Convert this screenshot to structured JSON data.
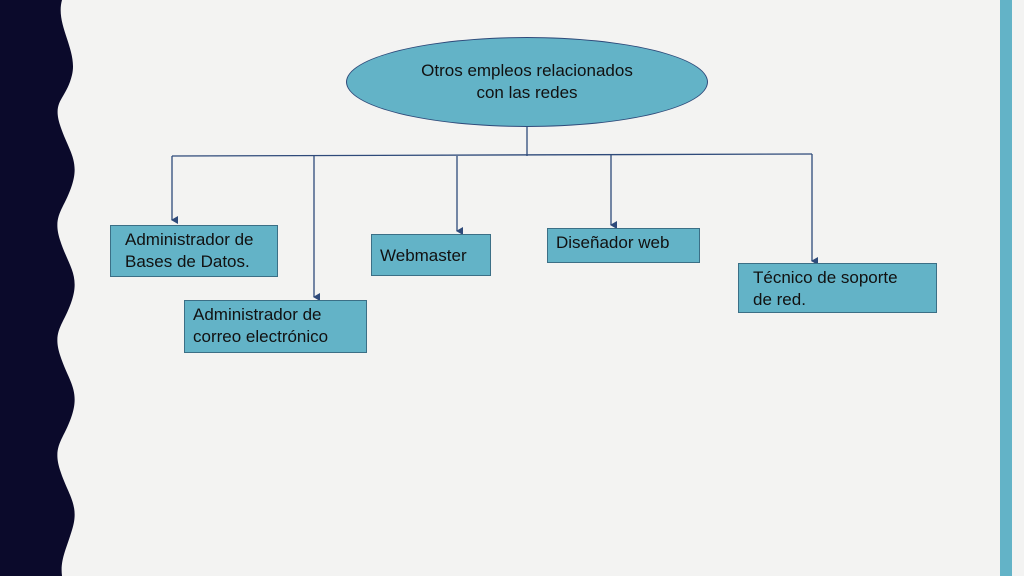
{
  "title": "Otros empleos relacionados con las redes",
  "nodes": [
    {
      "id": "bases-datos",
      "lines": [
        "Administrador de",
        "Bases de Datos."
      ]
    },
    {
      "id": "correo",
      "lines": [
        "Administrador de",
        "correo electrónico"
      ]
    },
    {
      "id": "webmaster",
      "lines": [
        "Webmaster"
      ]
    },
    {
      "id": "disenador",
      "lines": [
        "Diseñador web"
      ]
    },
    {
      "id": "tecnico",
      "lines": [
        "Técnico de soporte",
        "de red."
      ]
    }
  ],
  "colors": {
    "background": "#f3f3f2",
    "side_band": "#0b0a2b",
    "box_fill": "#63b3c7",
    "connector": "#2e4a7a"
  }
}
